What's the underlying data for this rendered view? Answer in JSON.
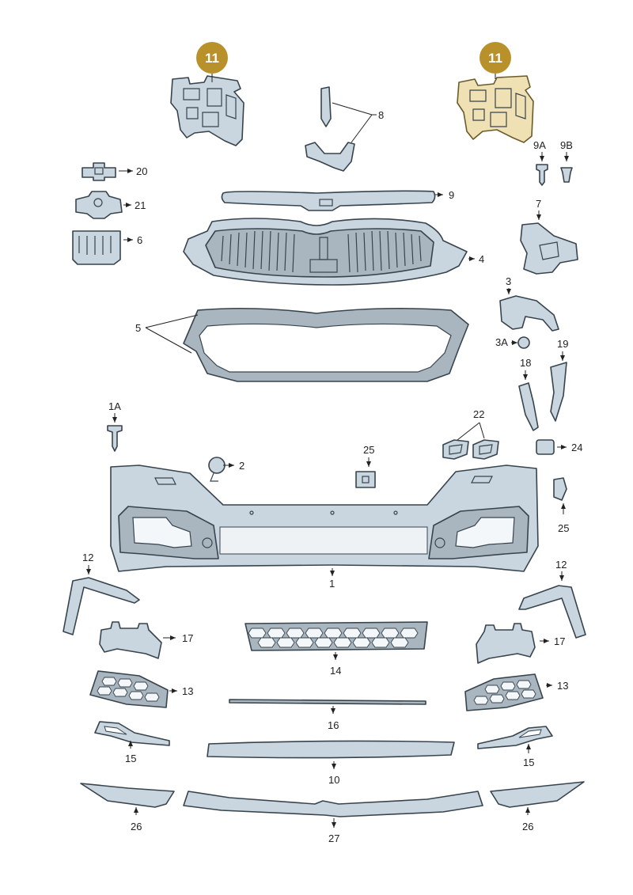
{
  "badge_color": "#b8912b",
  "highlight_color": "#efe1b4",
  "part_color": "#c9d6df",
  "badges": [
    "11",
    "11"
  ],
  "labels": {
    "p1": "1",
    "p1A": "1A",
    "p2": "2",
    "p3": "3",
    "p3A": "3A",
    "p4": "4",
    "p5": "5",
    "p6": "6",
    "p7": "7",
    "p8": "8",
    "p9": "9",
    "p9A": "9A",
    "p9B": "9B",
    "p10": "10",
    "p12L": "12",
    "p12R": "12",
    "p13L": "13",
    "p13R": "13",
    "p14": "14",
    "p15L": "15",
    "p15R": "15",
    "p16": "16",
    "p17L": "17",
    "p17R": "17",
    "p18": "18",
    "p19": "19",
    "p20": "20",
    "p21": "21",
    "p22": "22",
    "p24": "24",
    "p25a": "25",
    "p25b": "25",
    "p26L": "26",
    "p26R": "26",
    "p27": "27"
  }
}
